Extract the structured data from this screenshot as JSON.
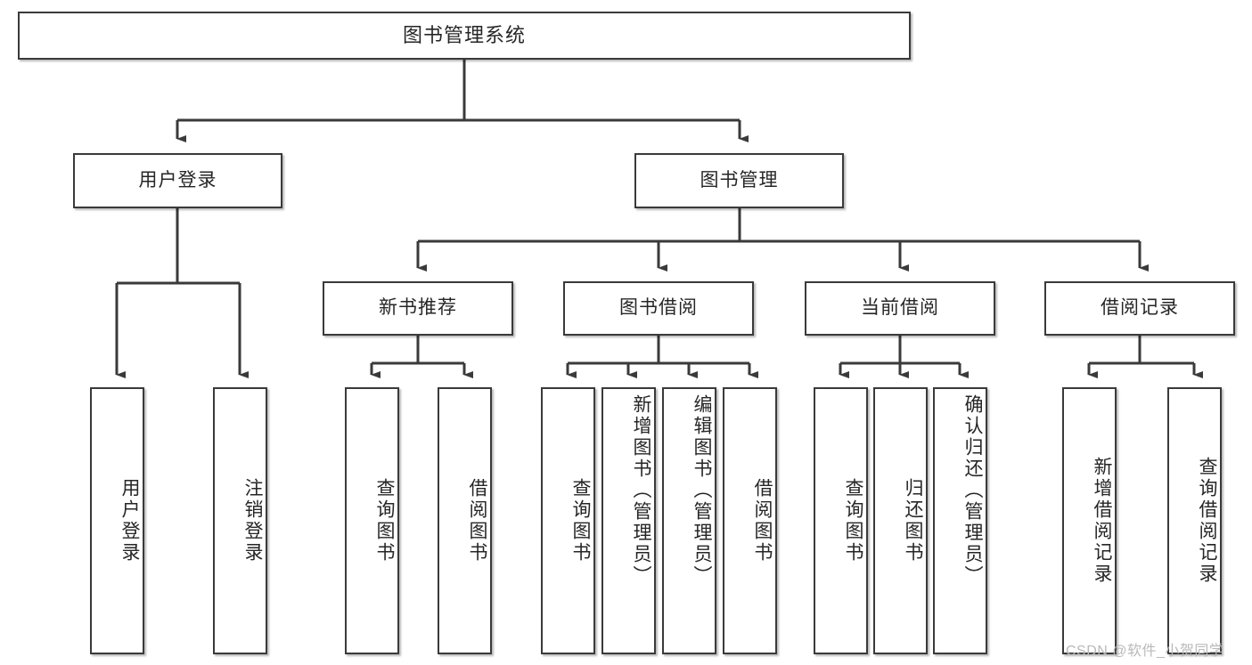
{
  "diagram": {
    "title": "图书管理系统",
    "type": "tree-hierarchy",
    "watermark": "CSDN @软件_小贺同学",
    "colors": {
      "box_border": "#3a3a3a",
      "box_fill": "#ffffff",
      "connector": "#3a3a3a",
      "text": "#262626",
      "watermark": "#b9b9b9"
    },
    "root": {
      "id": "root",
      "label": "图书管理系统",
      "orientation": "horizontal"
    },
    "level2": [
      {
        "id": "user-login",
        "label": "用户登录",
        "orientation": "horizontal"
      },
      {
        "id": "book-manage",
        "label": "图书管理",
        "orientation": "horizontal"
      }
    ],
    "level3": [
      {
        "id": "new-book-recommend",
        "label": "新书推荐",
        "orientation": "horizontal",
        "parent": "book-manage"
      },
      {
        "id": "book-borrow",
        "label": "图书借阅",
        "orientation": "horizontal",
        "parent": "book-manage"
      },
      {
        "id": "current-borrow",
        "label": "当前借阅",
        "orientation": "horizontal",
        "parent": "book-manage"
      },
      {
        "id": "borrow-record",
        "label": "借阅记录",
        "orientation": "horizontal",
        "parent": "book-manage"
      }
    ],
    "leaves": [
      {
        "id": "leaf-user-login",
        "label": "用户登录",
        "orientation": "vertical",
        "parent": "user-login",
        "overflowing": false
      },
      {
        "id": "leaf-user-logout",
        "label": "注销登录",
        "orientation": "vertical",
        "parent": "user-login",
        "overflowing": false
      },
      {
        "id": "leaf-query-book-1",
        "label": "查询图书",
        "orientation": "vertical",
        "parent": "new-book-recommend",
        "overflowing": false
      },
      {
        "id": "leaf-borrow-book-1",
        "label": "借阅图书",
        "orientation": "vertical",
        "parent": "new-book-recommend",
        "overflowing": false
      },
      {
        "id": "leaf-query-book-2",
        "label": "查询图书",
        "orientation": "vertical",
        "parent": "book-borrow",
        "overflowing": false
      },
      {
        "id": "leaf-add-book",
        "label": "新增图书（管理员）",
        "orientation": "vertical",
        "parent": "book-borrow",
        "overflowing": true
      },
      {
        "id": "leaf-edit-book",
        "label": "编辑图书（管理员）",
        "orientation": "vertical",
        "parent": "book-borrow",
        "overflowing": true
      },
      {
        "id": "leaf-borrow-book-2",
        "label": "借阅图书",
        "orientation": "vertical",
        "parent": "book-borrow",
        "overflowing": false
      },
      {
        "id": "leaf-query-book-3",
        "label": "查询图书",
        "orientation": "vertical",
        "parent": "current-borrow",
        "overflowing": false
      },
      {
        "id": "leaf-return-book",
        "label": "归还图书",
        "orientation": "vertical",
        "parent": "current-borrow",
        "overflowing": false
      },
      {
        "id": "leaf-confirm-return",
        "label": "确认归还（管理员）",
        "orientation": "vertical",
        "parent": "current-borrow",
        "overflowing": true
      },
      {
        "id": "leaf-add-record",
        "label": "新增借阅记录",
        "orientation": "vertical",
        "parent": "borrow-record",
        "overflowing": false
      },
      {
        "id": "leaf-query-record",
        "label": "查询借阅记录",
        "orientation": "vertical",
        "parent": "borrow-record",
        "overflowing": false
      }
    ]
  }
}
